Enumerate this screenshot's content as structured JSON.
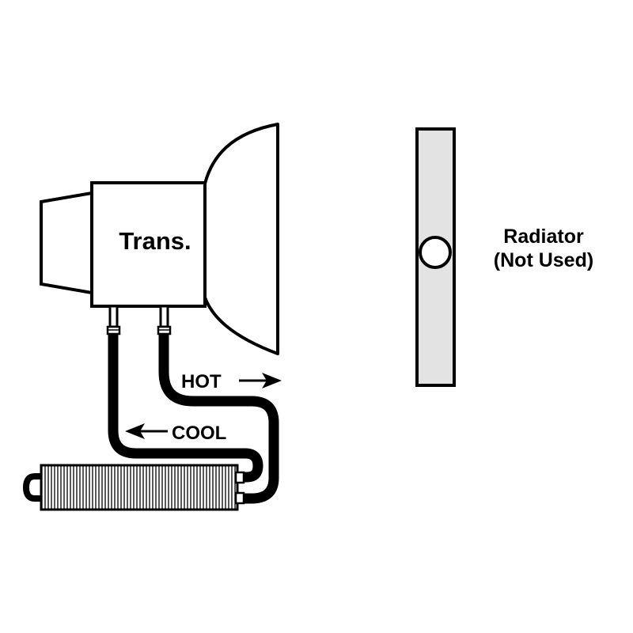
{
  "labels": {
    "transmission": "Trans.",
    "hot": "HOT",
    "cool": "COOL",
    "radiator_line1": "Radiator",
    "radiator_line2": "(Not Used)"
  },
  "colors": {
    "line": "#000000",
    "background": "#ffffff",
    "radiator_fill": "#e3e3e3",
    "cooler_fins": "#000000"
  }
}
